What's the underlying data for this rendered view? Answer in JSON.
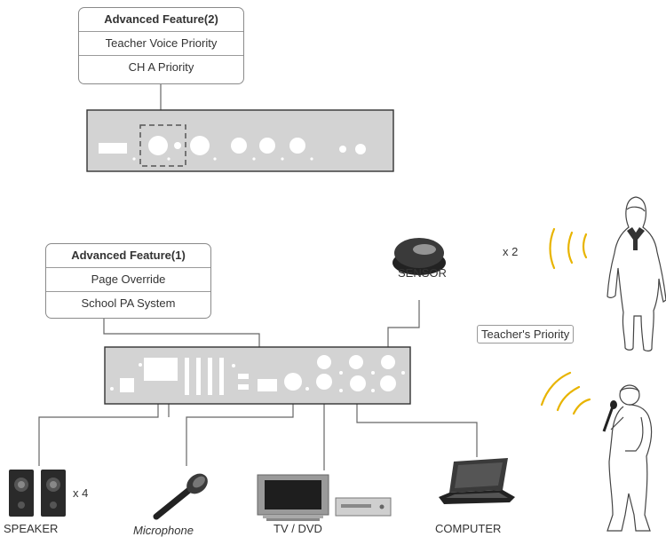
{
  "feature2": {
    "title": "Advanced Feature(2)",
    "items": [
      "Teacher Voice Priority",
      "CH A Priority"
    ]
  },
  "feature1": {
    "title": "Advanced Feature(1)",
    "items": [
      "Page Override",
      "School PA System"
    ]
  },
  "labels": {
    "sensor": "SENSOR",
    "teacher_count": "x 2",
    "teacher_priority": "Teacher's Priority",
    "speaker_count": "x 4",
    "speaker": "SPEAKER",
    "microphone": "Microphone",
    "tv_dvd": "TV /  DVD",
    "computer": "COMPUTER"
  },
  "colors": {
    "panel": "#d3d3d3",
    "panel_stroke": "#333333",
    "wire": "#666666",
    "signal": "#e8b400"
  }
}
